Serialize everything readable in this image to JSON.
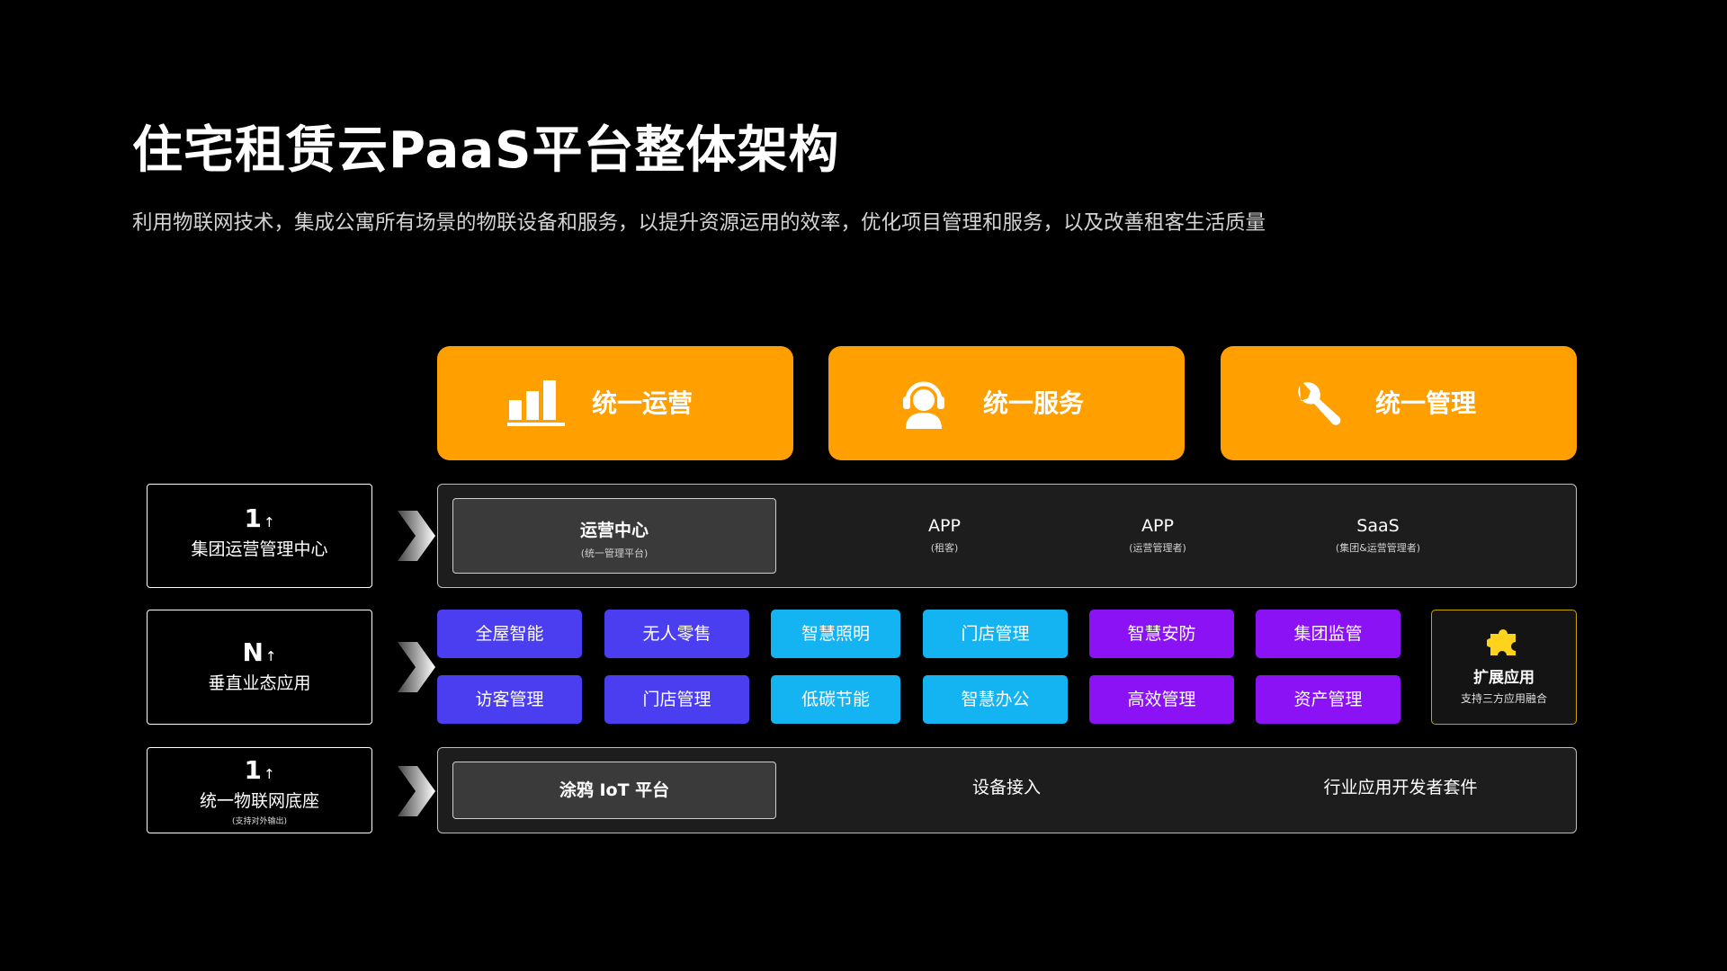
{
  "header": {
    "title": "住宅租赁云PaaS平台整体架构",
    "subtitle": "利用物联网技术，集成公寓所有场景的物联设备和服务，以提升资源运用的效率，优化项目管理和服务，以及改善租客生活质量"
  },
  "top_cards": [
    {
      "label": "统一运营",
      "icon": "bar-chart-icon"
    },
    {
      "label": "统一服务",
      "icon": "headset-user-icon"
    },
    {
      "label": "统一管理",
      "icon": "wrench-icon"
    }
  ],
  "colors": {
    "orange": "#ff9f00",
    "blue": "#4b3ef0",
    "cyan": "#14b3f2",
    "purple": "#8a12f5",
    "gold": "#c9a400"
  },
  "rows": {
    "center": {
      "left": {
        "num": "1",
        "arrow": "↑",
        "label": "集团运营管理中心"
      },
      "items": [
        {
          "title": "运营中心",
          "sub": "(统一管理平台)"
        },
        {
          "title": "APP",
          "sub": "(租客)"
        },
        {
          "title": "APP",
          "sub": "(运营管理者)"
        },
        {
          "title": "SaaS",
          "sub": "(集团&运营管理者)"
        }
      ]
    },
    "apps": {
      "left": {
        "num": "N",
        "arrow": "↑",
        "label": "垂直业态应用"
      },
      "tiles_top": [
        "全屋智能",
        "无人零售",
        "智慧照明",
        "门店管理",
        "智慧安防",
        "集团监管"
      ],
      "tiles_bottom": [
        "访客管理",
        "门店管理",
        "低碳节能",
        "智慧办公",
        "高效管理",
        "资产管理"
      ],
      "extension": {
        "title": "扩展应用",
        "sub": "支持三方应用融合",
        "icon": "puzzle-icon"
      }
    },
    "base": {
      "left": {
        "num": "1",
        "arrow": "↑",
        "label": "统一物联网底座",
        "sub": "(支持对外输出)"
      },
      "items": [
        "涂鸦 IoT 平台",
        "设备接入",
        "行业应用开发者套件"
      ]
    }
  }
}
